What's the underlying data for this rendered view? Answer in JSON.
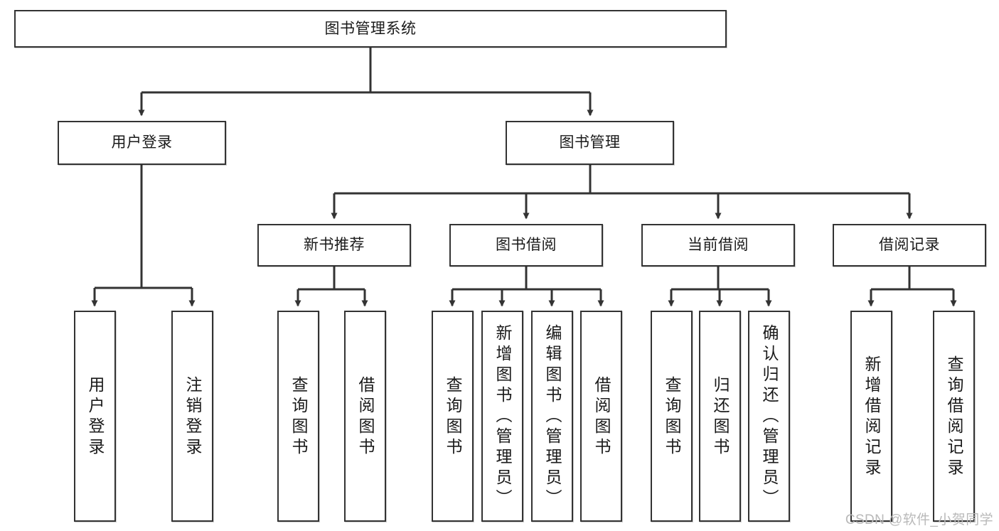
{
  "diagram": {
    "type": "tree",
    "orientation": "top-down",
    "title": "图书管理系统",
    "root": {
      "id": "root",
      "label": "图书管理系统"
    },
    "level2": [
      {
        "id": "login",
        "label": "用户登录"
      },
      {
        "id": "bookmgmt",
        "label": "图书管理"
      }
    ],
    "level3": [
      {
        "id": "newbook",
        "label": "新书推荐",
        "parent": "bookmgmt"
      },
      {
        "id": "borrow",
        "label": "图书借阅",
        "parent": "bookmgmt"
      },
      {
        "id": "current",
        "label": "当前借阅",
        "parent": "bookmgmt"
      },
      {
        "id": "records",
        "label": "借阅记录",
        "parent": "bookmgmt"
      }
    ],
    "leaves": [
      {
        "id": "leaf1",
        "label": "用户登录",
        "parent": "login"
      },
      {
        "id": "leaf2",
        "label": "注销登录",
        "parent": "login"
      },
      {
        "id": "leaf3",
        "label": "查询图书",
        "parent": "newbook"
      },
      {
        "id": "leaf4",
        "label": "借阅图书",
        "parent": "newbook"
      },
      {
        "id": "leaf5",
        "label": "查询图书",
        "parent": "borrow"
      },
      {
        "id": "leaf6",
        "label": "新增图书（管理员）",
        "parent": "borrow"
      },
      {
        "id": "leaf7",
        "label": "编辑图书（管理员）",
        "parent": "borrow"
      },
      {
        "id": "leaf8",
        "label": "借阅图书",
        "parent": "borrow"
      },
      {
        "id": "leaf9",
        "label": "查询图书",
        "parent": "current"
      },
      {
        "id": "leaf10",
        "label": "归还图书",
        "parent": "current"
      },
      {
        "id": "leaf11",
        "label": "确认归还（管理员）",
        "parent": "current"
      },
      {
        "id": "leaf12",
        "label": "新增借阅记录",
        "parent": "records"
      },
      {
        "id": "leaf13",
        "label": "查询借阅记录",
        "parent": "records"
      }
    ],
    "colors": {
      "box_border": "#333333",
      "box_fill": "#ffffff",
      "connector": "#333333",
      "text": "#1a1a1a",
      "watermark": "#b9b9b9"
    }
  },
  "watermark": {
    "text": "CSDN @软件_小贺同学"
  }
}
